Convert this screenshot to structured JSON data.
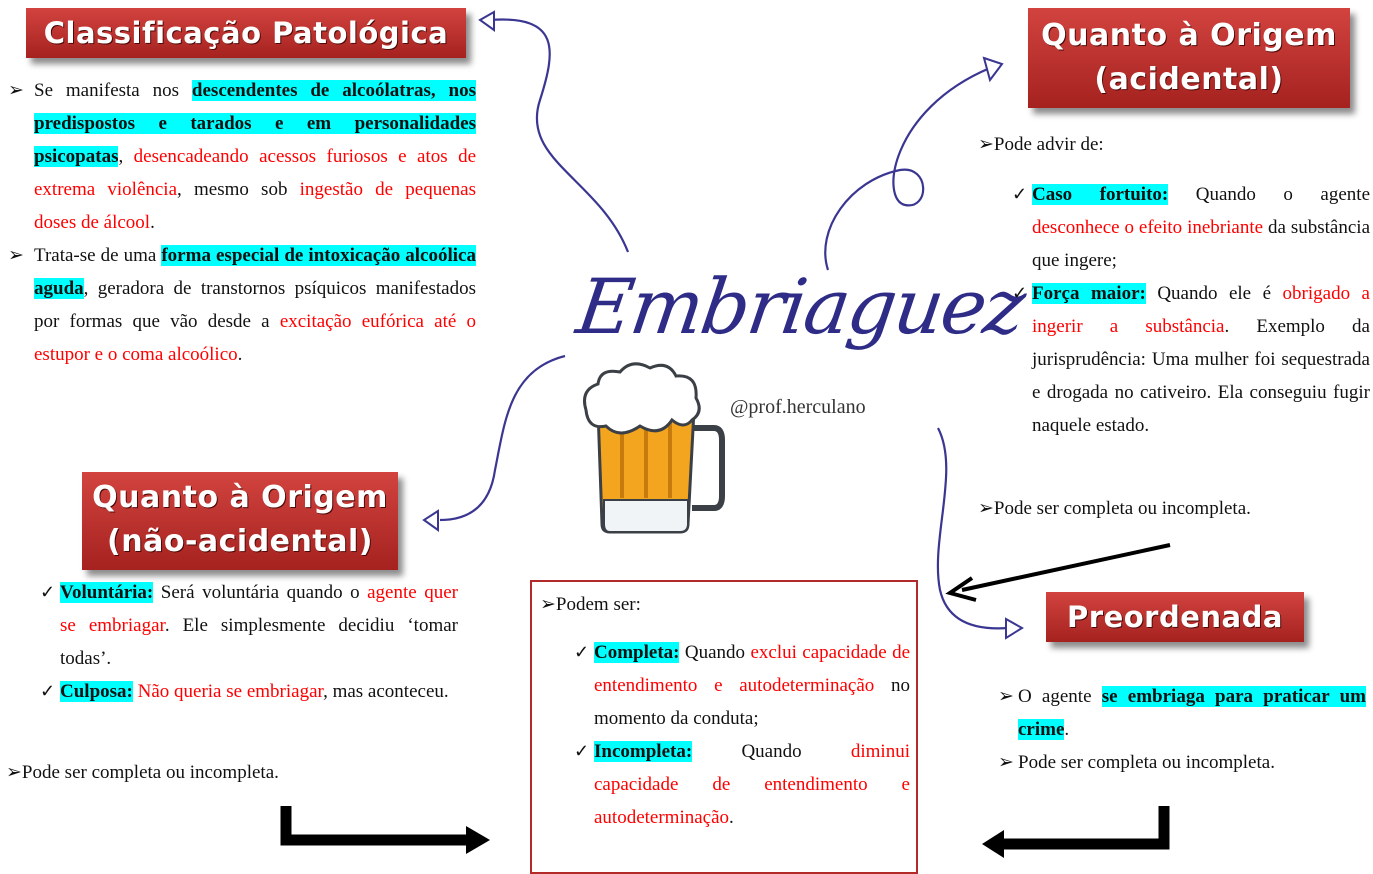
{
  "center": {
    "title": "Embriaguez",
    "handle": "@prof.herculano"
  },
  "colors": {
    "banner": "#b83431",
    "highlight": "#00ffff",
    "emphasis": "#ff0000",
    "ink": "#2e2c86"
  },
  "icons": [
    "beer-mug-icon",
    "curly-arrow-icon",
    "bracket-arrow-icon"
  ],
  "patologica": {
    "title": "Classificação Patológica",
    "p1": {
      "a": "Se manifesta nos ",
      "b": "descendentes de alcoólatras, nos predispostos e tarados e em personalidades psicopatas",
      "c": ", ",
      "d": "desencadeando acessos furiosos e atos de extrema violência",
      "e": ", mesmo sob ",
      "f": "ingestão de pequenas doses de álcool",
      "g": "."
    },
    "p2": {
      "a": "Trata-se de uma ",
      "b": "forma especial de intoxicação alcoólica aguda",
      "c": ", geradora de transtornos psíquicos manifestados por formas que vão desde a ",
      "d": "excitação eufórica até o estupor e o coma alcoólico",
      "e": "."
    }
  },
  "acidental": {
    "title_line1": "Quanto à Origem",
    "title_line2": "(acidental)",
    "intro": "Pode advir de:",
    "item1": {
      "label": "Caso fortuito:",
      "a": " Quando o agente ",
      "b": "desconhece o efeito inebriante",
      "c": " da substância que ingere;"
    },
    "item2": {
      "label": "Força maior:",
      "a": " Quando ele é ",
      "b": "obrigado a ingerir a substância",
      "c": ". Exemplo da jurisprudência: Uma mulher foi sequestrada e drogada no cativeiro. Ela conseguiu fugir naquele estado."
    },
    "footer": "Pode ser completa ou incompleta."
  },
  "nao_acidental": {
    "title_line1": "Quanto à Origem",
    "title_line2": "(não-acidental)",
    "item1": {
      "label": "Voluntária:",
      "a": " Será voluntária quando o ",
      "b": "agente quer se embriagar",
      "c": ". Ele simplesmente decidiu ‘tomar todas’."
    },
    "item2": {
      "label": "Culposa:",
      "a": " ",
      "b": "Não queria se embriagar",
      "c": ", mas aconteceu."
    },
    "footer": "Pode ser completa ou incompleta."
  },
  "podem_ser": {
    "intro": "Podem ser:",
    "item1": {
      "label": "Completa:",
      "a": " Quando ",
      "b": "exclui capacidade de entendimento e autodeterminação",
      "c": " no momento da conduta;"
    },
    "item2": {
      "label": "Incompleta:",
      "a": " Quando ",
      "b": "diminui capacidade de entendimento e autodeterminação",
      "c": "."
    }
  },
  "preordenada": {
    "title": "Preordenada",
    "p1": {
      "a": "O agente ",
      "b": "se embriaga para praticar um crime",
      "c": "."
    },
    "p2": "Pode ser completa ou incompleta."
  }
}
